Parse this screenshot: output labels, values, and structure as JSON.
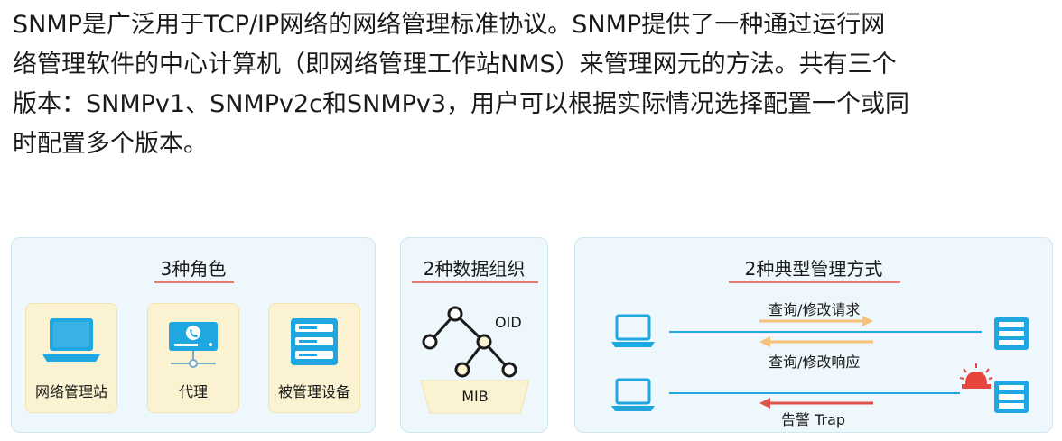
{
  "intro": {
    "lines": [
      "SNMP是广泛用于TCP/IP网络的网络管理标准协议。SNMP提供了一种通过运行网",
      "络管理软件的中心计算机（即网络管理工作站NMS）来管理网元的方法。共有三个",
      "版本：SNMPv1、SNMPv2c和SNMPv3，用户可以根据实际情况选择配置一个或同",
      "时配置多个版本。"
    ]
  },
  "panels": {
    "roles": {
      "title": "3种角色",
      "items": [
        {
          "label": "网络管理站",
          "icon": "laptop-icon"
        },
        {
          "label": "代理",
          "icon": "agent-phone-icon"
        },
        {
          "label": "被管理设备",
          "icon": "server-rack-icon"
        }
      ]
    },
    "data_org": {
      "title": "2种数据组织",
      "oid_label": "OID",
      "mib_label": "MIB"
    },
    "methods": {
      "title": "2种典型管理方式",
      "request_label": "查询/修改请求",
      "response_label": "查询/修改响应",
      "trap_label": "告警 Trap"
    }
  },
  "colors": {
    "accent_blue": "#1ea7e1",
    "panel_bg": "#eef7fc",
    "card_bg": "#fbf2d2",
    "title_underline": "#e47a72",
    "arrow_orange": "#f6c27a",
    "arrow_red": "#e0544b",
    "alarm_red": "#e5473e"
  }
}
